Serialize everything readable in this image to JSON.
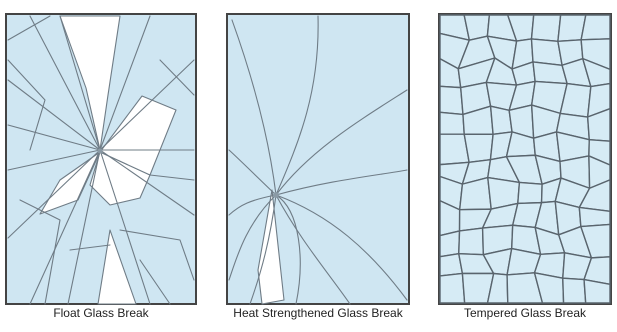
{
  "panels": [
    {
      "id": "float",
      "caption": "Float Glass Break"
    },
    {
      "id": "heat",
      "caption": "Heat Strengthened Glass Break"
    },
    {
      "id": "tempered",
      "caption": "Tempered Glass Break"
    }
  ],
  "colors": {
    "glass": "#cfe6f2",
    "frame": "#444444",
    "crack": "#6f7c86",
    "background": "#ffffff"
  }
}
